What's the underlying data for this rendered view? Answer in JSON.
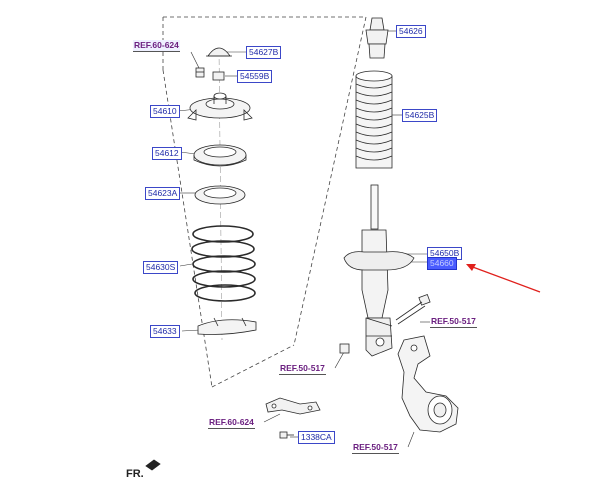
{
  "diagram": {
    "part_labels": {
      "p54627B": "54627B",
      "p54559B": "54559B",
      "p54610": "54610",
      "p54612": "54612",
      "p54623A": "54623A",
      "p54630S": "54630S",
      "p54633": "54633",
      "p54626": "54626",
      "p54625B": "54625B",
      "p54650B": "54650B",
      "p54660": "54660",
      "p1338CA": "1338CA"
    },
    "ref_labels": {
      "r60624_top": "REF.60-624",
      "r50517_right": "REF.50-517",
      "r50517_mid": "REF.50-517",
      "r60624_bottom": "REF.60-624",
      "r50517_bottom": "REF.50-517"
    },
    "direction_label": "FR.",
    "colors": {
      "label_text": "#1f2aa8",
      "label_border": "#3b47c8",
      "highlight_fill": "#4a5cff",
      "ref_text": "#6b2080",
      "callout_arrow": "#e0201c"
    }
  }
}
